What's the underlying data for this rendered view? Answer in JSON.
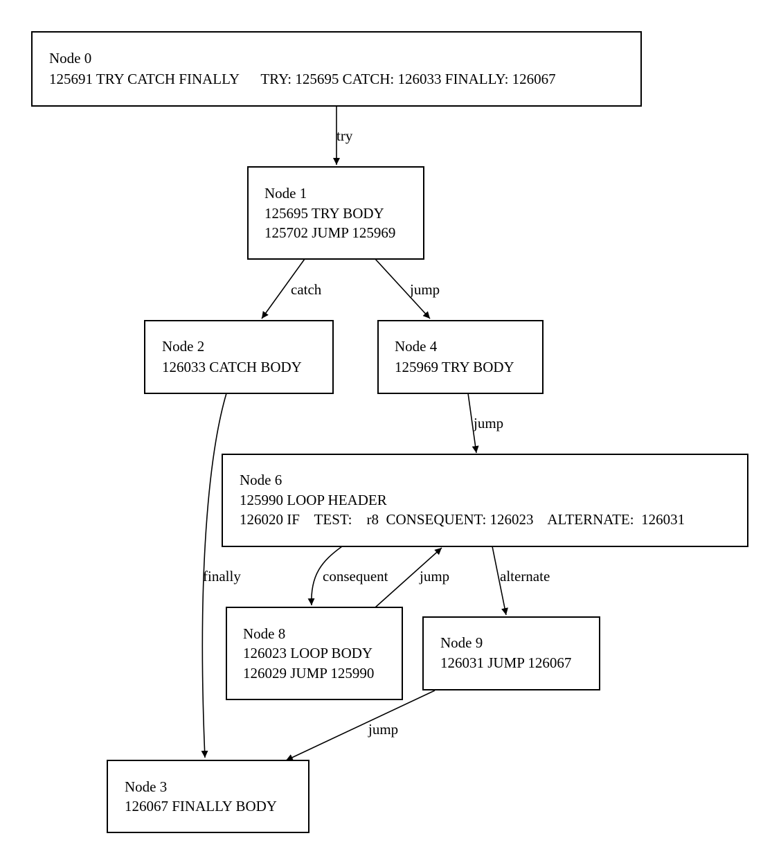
{
  "nodes": {
    "n0": {
      "lines": [
        "Node 0",
        "125691 TRY CATCH FINALLY      TRY: 125695 CATCH: 126033 FINALLY: 126067"
      ]
    },
    "n1": {
      "lines": [
        "Node 1",
        "125695 TRY BODY",
        "125702 JUMP 125969"
      ]
    },
    "n2": {
      "lines": [
        "Node 2",
        "126033 CATCH BODY"
      ]
    },
    "n4": {
      "lines": [
        "Node 4",
        "125969 TRY BODY"
      ]
    },
    "n6": {
      "lines": [
        "Node 6",
        "125990 LOOP HEADER",
        "126020 IF    TEST:    r8  CONSEQUENT: 126023    ALTERNATE:  126031"
      ]
    },
    "n8": {
      "lines": [
        "Node 8",
        "126023 LOOP BODY",
        "126029 JUMP 125990"
      ]
    },
    "n9": {
      "lines": [
        "Node 9",
        "126031 JUMP 126067"
      ]
    },
    "n3": {
      "lines": [
        "Node 3",
        "126067 FINALLY BODY"
      ]
    }
  },
  "edges": {
    "e0_1": "try",
    "e1_2": "catch",
    "e1_4": "jump",
    "e4_6": "jump",
    "e2_3": "finally",
    "e6_8": "consequent",
    "e8_6": "jump",
    "e6_9": "alternate",
    "e9_3": "jump"
  },
  "colors": {
    "stroke": "#000000",
    "fill": "#ffffff"
  }
}
